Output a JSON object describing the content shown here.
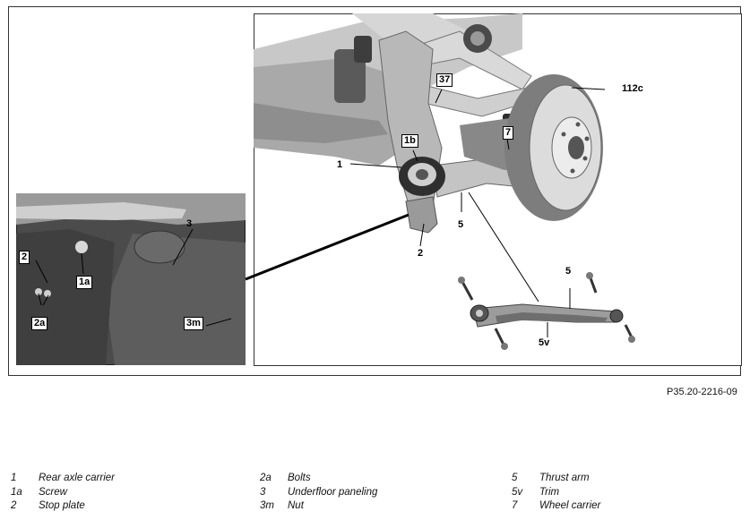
{
  "figure_code": "P35.20-2216-09",
  "callouts": {
    "c1": "1",
    "c1a": "1a",
    "c1b": "1b",
    "c2_main": "2",
    "c2_inset": "2",
    "c2a": "2a",
    "c3": "3",
    "c3m": "3m",
    "c5_main": "5",
    "c5_exploded": "5",
    "c5v": "5v",
    "c7": "7",
    "c37": "37",
    "c112c": "112c"
  },
  "legend": [
    [
      {
        "key": "1",
        "label": "Rear axle carrier"
      },
      {
        "key": "1a",
        "label": "Screw"
      },
      {
        "key": "2",
        "label": "Stop plate"
      }
    ],
    [
      {
        "key": "2a",
        "label": "Bolts"
      },
      {
        "key": "3",
        "label": "Underfloor paneling"
      },
      {
        "key": "3m",
        "label": "Nut"
      }
    ],
    [
      {
        "key": "5",
        "label": "Thrust arm"
      },
      {
        "key": "5v",
        "label": "Trim"
      },
      {
        "key": "7",
        "label": "Wheel carrier"
      }
    ]
  ]
}
